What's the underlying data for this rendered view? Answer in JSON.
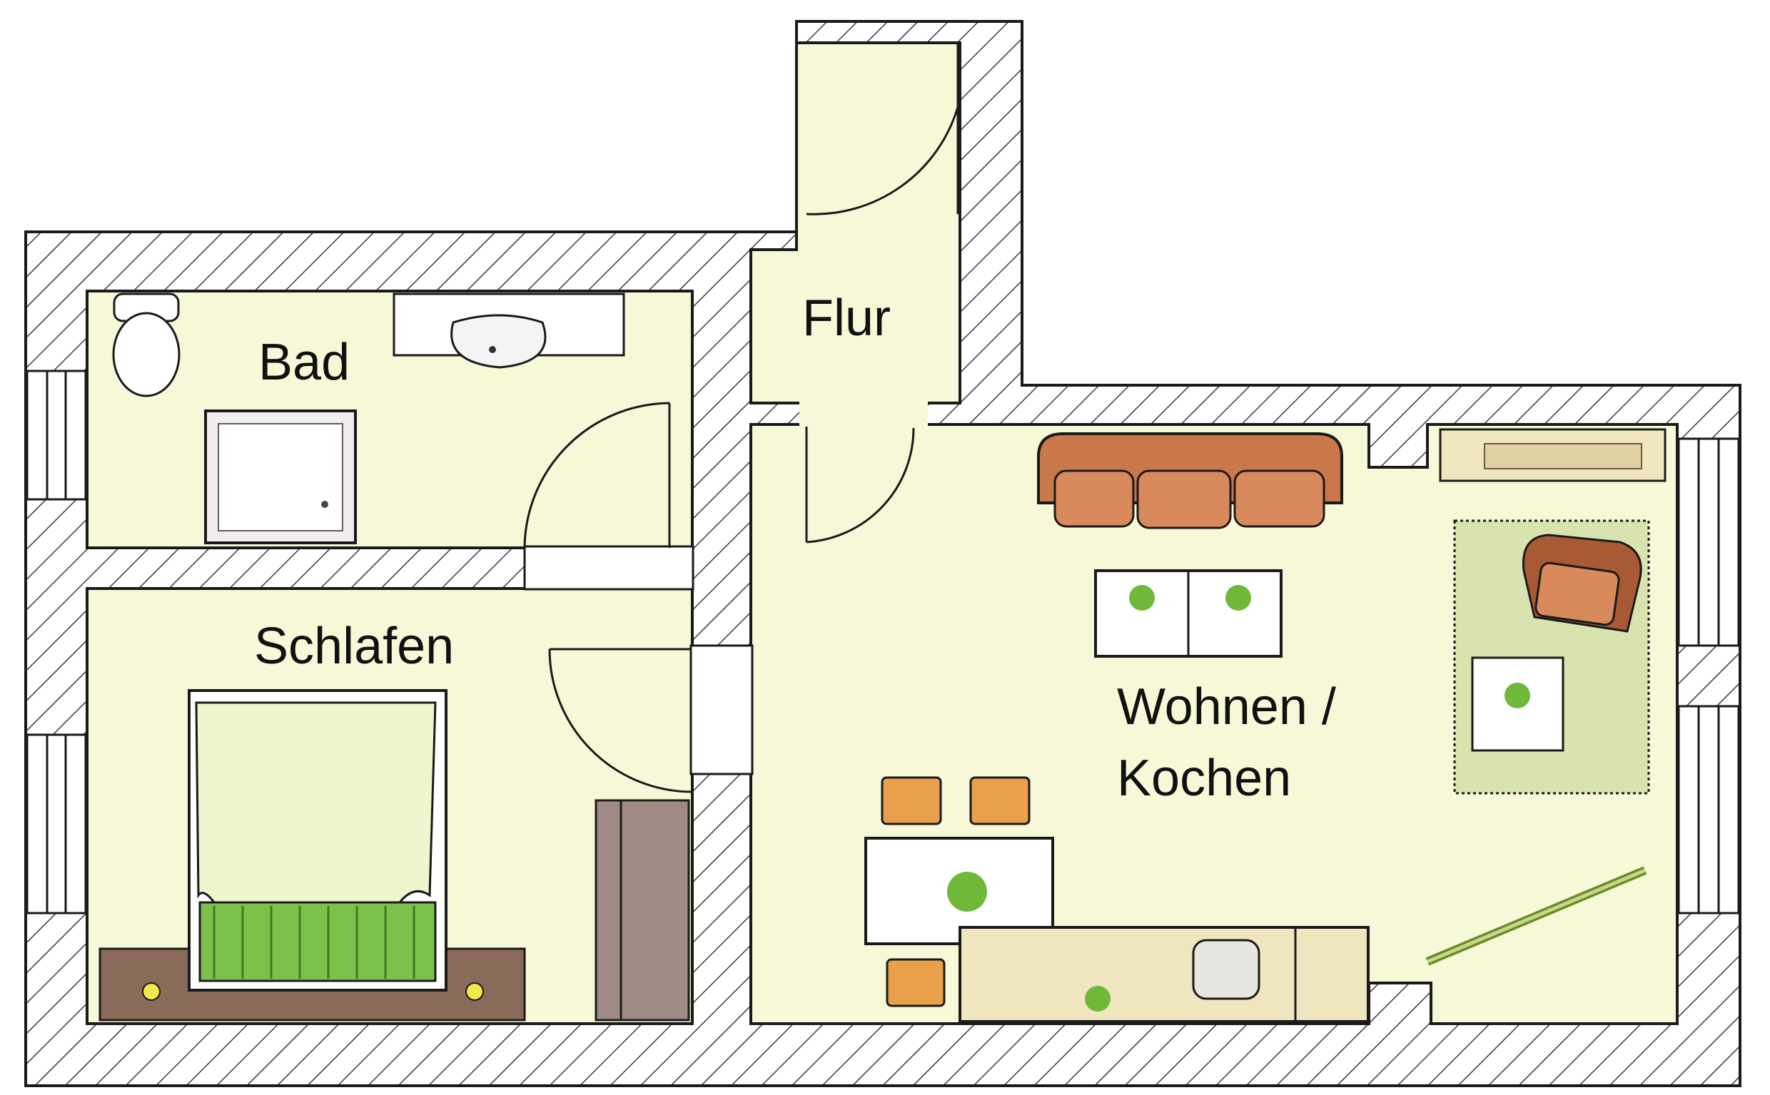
{
  "rooms": {
    "bad": "Bad",
    "flur": "Flur",
    "schlafen": "Schlafen",
    "wohnen_line1": "Wohnen /",
    "wohnen_line2": "Kochen"
  },
  "colors": {
    "floor": "#f7f8d8",
    "hatch": "#3a3a3a",
    "wall_line": "#1a1a1a",
    "sofa": "#d98a5c",
    "sofa_dark": "#a85a35",
    "wood": "#8a6a58",
    "counter": "#efe6c0",
    "rug": "#d9e3b0",
    "plant": "#6fb83a",
    "chair": "#e9a04a",
    "bed_sheet": "#eef6cf",
    "bed_fringe": "#7cc24a"
  },
  "icons": [
    "toilet-icon",
    "sink-icon",
    "shower-tray-icon",
    "bed-icon",
    "nightstand-icon",
    "wardrobe-icon",
    "sofa-icon",
    "coffee-table-icon",
    "armchair-icon",
    "rug-icon",
    "dining-table-icon",
    "chair-icon",
    "kitchen-counter-icon",
    "kitchen-sink-icon",
    "desk-icon",
    "window-icon",
    "door-icon"
  ]
}
